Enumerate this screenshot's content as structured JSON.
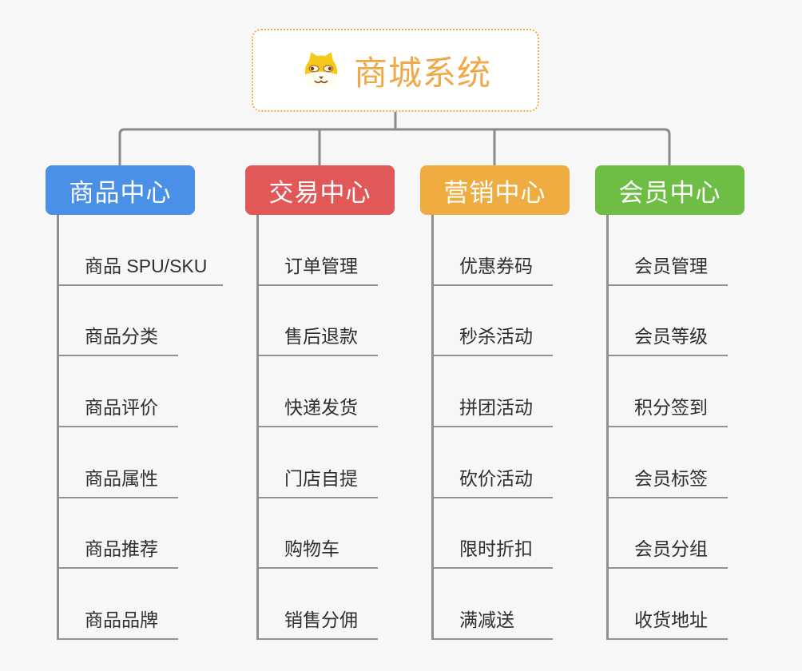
{
  "root": {
    "title": "商城系统",
    "icon": "doge-icon",
    "text_color": "#F0A848",
    "border_color": "#F3AC4A"
  },
  "branches": [
    {
      "label": "商品中心",
      "color": "#4A90E8",
      "children": [
        "商品 SPU/SKU",
        "商品分类",
        "商品评价",
        "商品属性",
        "商品推荐",
        "商品品牌"
      ]
    },
    {
      "label": "交易中心",
      "color": "#E25858",
      "children": [
        "订单管理",
        "售后退款",
        "快递发货",
        "门店自提",
        "购物车",
        "销售分佣"
      ]
    },
    {
      "label": "营销中心",
      "color": "#EFAD41",
      "children": [
        "优惠券码",
        "秒杀活动",
        "拼团活动",
        "砍价活动",
        "限时折扣",
        "满减送"
      ]
    },
    {
      "label": "会员中心",
      "color": "#6EBE45",
      "children": [
        "会员管理",
        "会员等级",
        "积分签到",
        "会员标签",
        "会员分组",
        "收货地址"
      ]
    }
  ],
  "colors": {
    "background": "#f7f7f7",
    "connector": "#8a8a8a",
    "leaf_underline": "#939393",
    "leaf_text": "#2f2f2f",
    "root_background": "#ffffff"
  }
}
